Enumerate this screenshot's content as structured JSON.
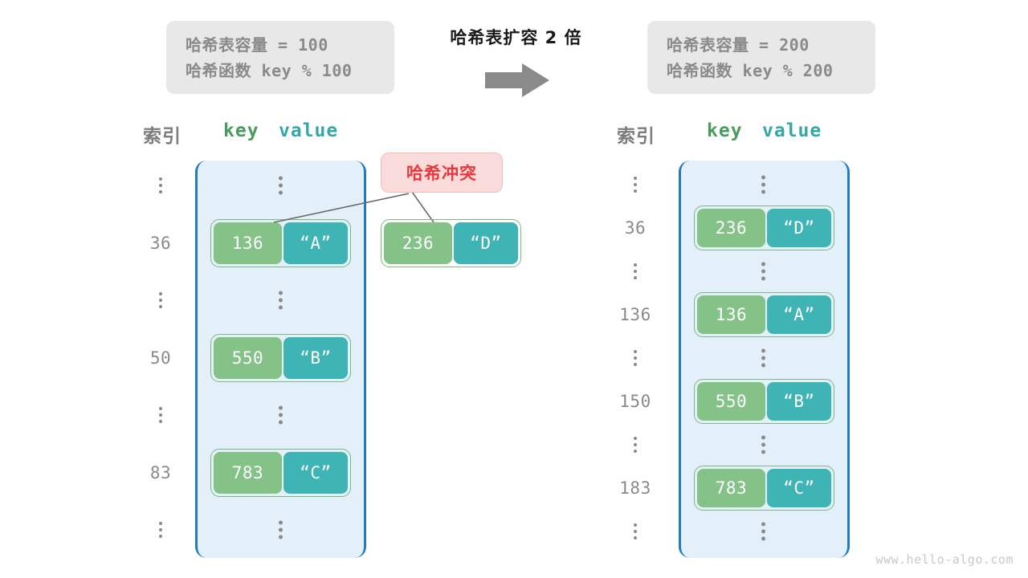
{
  "watermark": "www.hello-algo.com",
  "center": {
    "caption": "哈希表扩容 2 倍",
    "arrow_icon": "right-arrow-icon"
  },
  "collision": {
    "badge_label": "哈希冲突"
  },
  "before": {
    "info": {
      "capacity_line": "哈希表容量 = 100",
      "hash_fn_line": "哈希函数 key % 100"
    },
    "headers": {
      "index": "索引",
      "key": "key",
      "value": "value"
    },
    "rows": [
      {
        "index": "⋮",
        "type": "ellipsis"
      },
      {
        "index": "36",
        "type": "entry",
        "key": "136",
        "value": "“A”"
      },
      {
        "index": "⋮",
        "type": "ellipsis"
      },
      {
        "index": "50",
        "type": "entry",
        "key": "550",
        "value": "“B”"
      },
      {
        "index": "⋮",
        "type": "ellipsis"
      },
      {
        "index": "83",
        "type": "entry",
        "key": "783",
        "value": "“C”"
      },
      {
        "index": "⋮",
        "type": "ellipsis"
      }
    ],
    "detached_entry": {
      "key": "236",
      "value": "“D”"
    }
  },
  "after": {
    "info": {
      "capacity_line": "哈希表容量 = 200",
      "hash_fn_line": "哈希函数 key % 200"
    },
    "headers": {
      "index": "索引",
      "key": "key",
      "value": "value"
    },
    "rows": [
      {
        "index": "⋮",
        "type": "ellipsis"
      },
      {
        "index": "36",
        "type": "entry",
        "key": "236",
        "value": "“D”"
      },
      {
        "index": "⋮",
        "type": "ellipsis"
      },
      {
        "index": "136",
        "type": "entry",
        "key": "136",
        "value": "“A”"
      },
      {
        "index": "⋮",
        "type": "ellipsis"
      },
      {
        "index": "150",
        "type": "entry",
        "key": "550",
        "value": "“B”"
      },
      {
        "index": "⋮",
        "type": "ellipsis"
      },
      {
        "index": "183",
        "type": "entry",
        "key": "783",
        "value": "“C”"
      },
      {
        "index": "⋮",
        "type": "ellipsis"
      }
    ]
  },
  "colors": {
    "key_cell": "#84c288",
    "value_cell": "#3fb4b4",
    "array_fill": "#e3f0fa",
    "array_border": "#1f7bc4",
    "collision_bg": "#fadbdb",
    "collision_text": "#e8383d",
    "info_bg": "#e8e8e8",
    "muted_text": "#8a8a8a"
  }
}
